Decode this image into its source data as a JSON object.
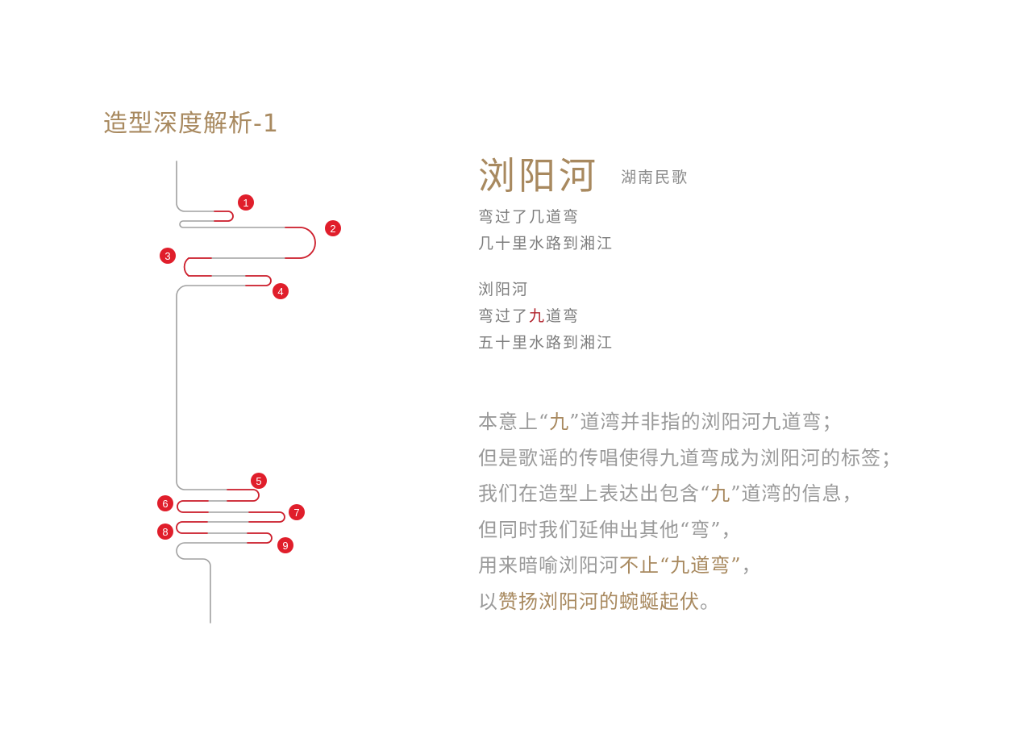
{
  "page_title": "造型深度解析-1",
  "song": {
    "title": "浏阳河",
    "subtitle": "湖南民歌"
  },
  "lyrics_1": [
    "弯过了几道弯",
    "几十里水路到湘江"
  ],
  "lyrics_2": {
    "line1": "浏阳河",
    "line2_pre": "弯过了",
    "line2_hl": "九",
    "line2_post": "道弯",
    "line3": "五十里水路到湘江"
  },
  "explanation": {
    "l1_a": "本意上“",
    "l1_b": "九",
    "l1_c": "”道湾并非指的浏阳河九道弯；",
    "l2": "但是歌谣的传唱使得九道弯成为浏阳河的标签；",
    "l3_a": "我们在造型上表达出包含“",
    "l3_b": "九",
    "l3_c": "”道湾的信息，",
    "l4": "但同时我们延伸出其他“弯”，",
    "l5_a": "用来暗喻浏阳河",
    "l5_b": "不止“九道弯”",
    "l5_c": "，",
    "l6_a": "以",
    "l6_b": "赞扬浏阳河的蜿蜒起伏",
    "l6_c": "。"
  },
  "markers": [
    "1",
    "2",
    "3",
    "4",
    "5",
    "6",
    "7",
    "8",
    "9"
  ],
  "colors": {
    "accent_gold": "#a8895f",
    "river_line": "#a0a0a0",
    "bend_red": "#d0202e",
    "marker_red": "#e01e2b"
  }
}
